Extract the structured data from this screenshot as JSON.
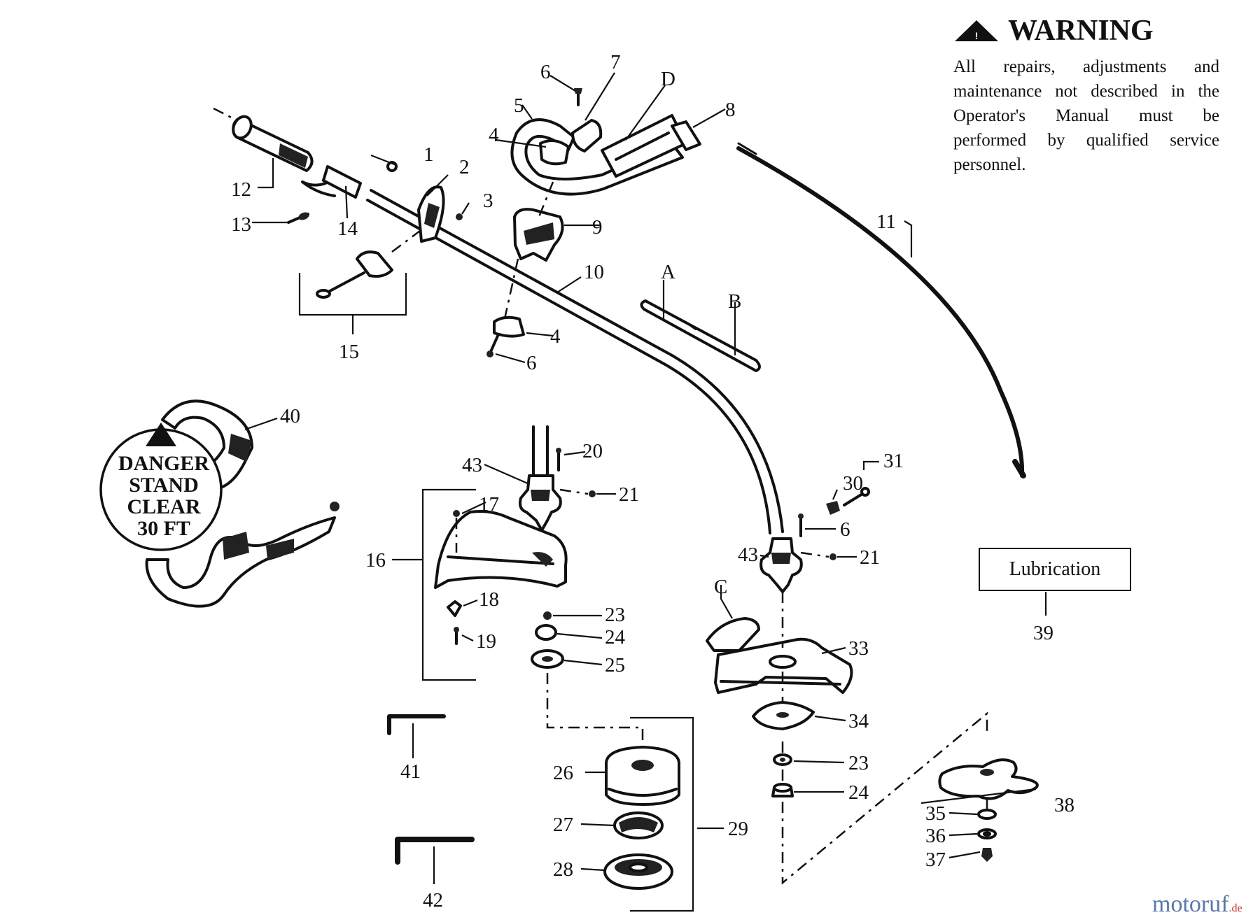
{
  "warning": {
    "title": "WARNING",
    "text": "All repairs, adjustments and maintenance not described in the Operator's Manual must be performed by qualified service personnel."
  },
  "danger_label": {
    "line1": "DANGER",
    "line2": "STAND",
    "line3": "CLEAR",
    "line4": "30 FT"
  },
  "lubrication_label": "Lubrication",
  "callouts": {
    "n1": "1",
    "n2": "2",
    "n3": "3",
    "n4a": "4",
    "n4b": "4",
    "n5": "5",
    "n6a": "6",
    "n6b": "6",
    "n6c": "6",
    "n7": "7",
    "n8": "8",
    "n9": "9",
    "n10": "10",
    "n11": "11",
    "n12": "12",
    "n13": "13",
    "n14": "14",
    "n15": "15",
    "n16": "16",
    "n17": "17",
    "n18": "18",
    "n19": "19",
    "n20": "20",
    "n21a": "21",
    "n21b": "21",
    "n23a": "23",
    "n23b": "23",
    "n24a": "24",
    "n24b": "24",
    "n25": "25",
    "n26": "26",
    "n27": "27",
    "n28": "28",
    "n29": "29",
    "n30": "30",
    "n31": "31",
    "n33": "33",
    "n34": "34",
    "n35": "35",
    "n36": "36",
    "n37": "37",
    "n38": "38",
    "n39": "39",
    "n40": "40",
    "n41": "41",
    "n42": "42",
    "n43a": "43",
    "n43b": "43",
    "lA": "A",
    "lB": "B",
    "lC": "C",
    "lD": "D"
  },
  "watermark": {
    "main": "motoruf",
    "tld": ".de"
  }
}
